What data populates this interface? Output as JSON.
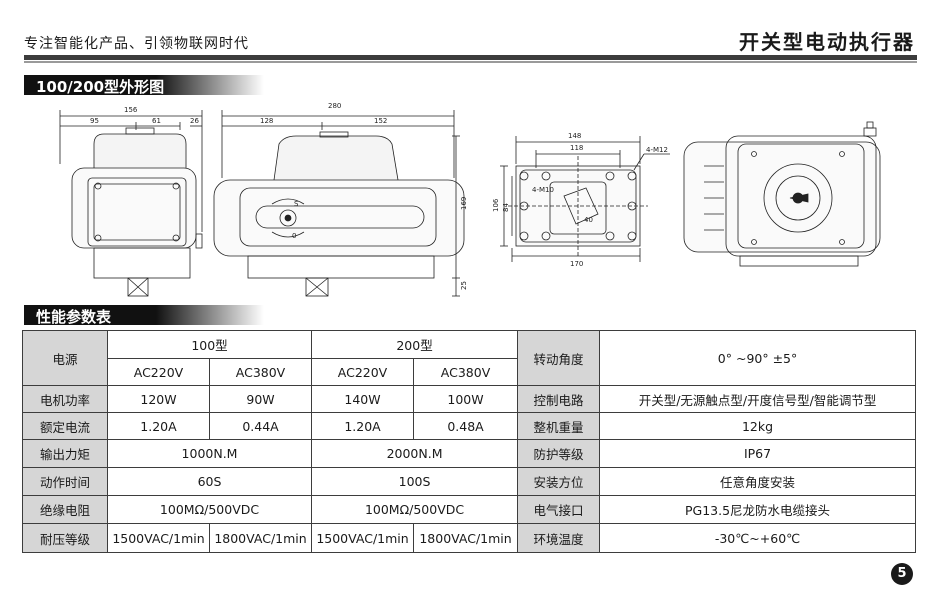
{
  "header": {
    "tagline": "专注智能化产品、引领物联网时代",
    "title": "开关型电动执行器"
  },
  "section_outline": "100/200型外形图",
  "section_params": "性能参数表",
  "dims": {
    "d156": "156",
    "d95": "95",
    "d61": "61",
    "d26": "26",
    "d280": "280",
    "d128": "128",
    "d152": "152",
    "d169": "169",
    "d25": "25",
    "d148": "148",
    "d118": "118",
    "d4m12": "4-M12",
    "d4m10": "4-M10",
    "d106": "106",
    "d84": "84",
    "d170": "170",
    "d40": "40",
    "lbl_s": "S",
    "lbl_0": "0"
  },
  "table": {
    "row_power": {
      "label": "电源",
      "model100": "100型",
      "model200": "200型",
      "v1": "AC220V",
      "v2": "AC380V",
      "v3": "AC220V",
      "v4": "AC380V"
    },
    "rows": [
      {
        "label": "电机功率",
        "c1": "120W",
        "c2": "90W",
        "c3": "140W",
        "c4": "100W"
      },
      {
        "label": "额定电流",
        "c1": "1.20A",
        "c2": "0.44A",
        "c3": "1.20A",
        "c4": "0.48A"
      },
      {
        "label": "输出力矩",
        "m100": "1000N.M",
        "m200": "2000N.M"
      },
      {
        "label": "动作时间",
        "m100": "60S",
        "m200": "100S"
      },
      {
        "label": "绝缘电阻",
        "m100": "100MΩ/500VDC",
        "m200": "100MΩ/500VDC"
      },
      {
        "label": "耐压等级",
        "c1": "1500VAC/1min",
        "c2": "1800VAC/1min",
        "c3": "1500VAC/1min",
        "c4": "1800VAC/1min"
      }
    ],
    "right": [
      {
        "label": "转动角度",
        "value": "0° ~90° ±5°"
      },
      {
        "label": "控制电路",
        "value": "开关型/无源触点型/开度信号型/智能调节型"
      },
      {
        "label": "整机重量",
        "value": "12kg"
      },
      {
        "label": "防护等级",
        "value": "IP67"
      },
      {
        "label": "安装方位",
        "value": "任意角度安装"
      },
      {
        "label": "电气接口",
        "value": "PG13.5尼龙防水电缆接头"
      },
      {
        "label": "环境温度",
        "value": "-30℃~+60℃"
      }
    ]
  },
  "page_number": "5"
}
